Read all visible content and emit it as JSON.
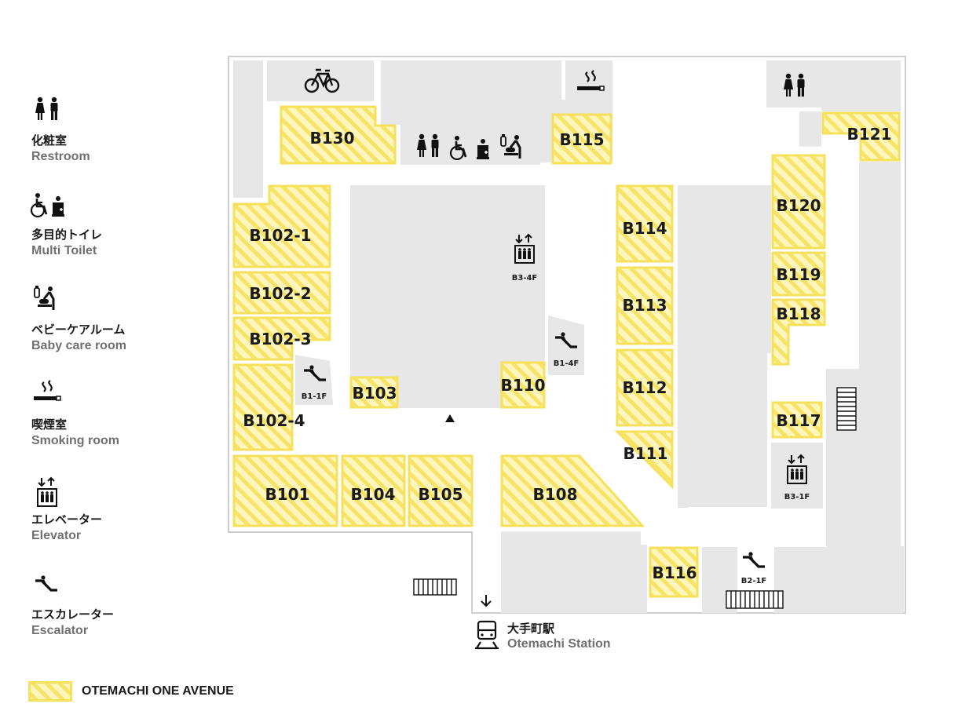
{
  "legend": [
    {
      "icon": "restroom-icon",
      "jp": "化粧室",
      "en": "Restroom"
    },
    {
      "icon": "multi-toilet-icon",
      "jp": "多目的トイレ",
      "en": "Multi Toilet"
    },
    {
      "icon": "baby-care-icon",
      "jp": "ベビーケアルーム",
      "en": "Baby care room"
    },
    {
      "icon": "smoking-icon",
      "jp": "喫煙室",
      "en": "Smoking room"
    },
    {
      "icon": "elevator-icon",
      "jp": "エレベーター",
      "en": "Elevator"
    },
    {
      "icon": "escalator-icon",
      "jp": "エスカレーター",
      "en": "Escalator"
    }
  ],
  "shops": {
    "b130": "B130",
    "b115": "B115",
    "b121": "B121",
    "b120": "B120",
    "b119": "B119",
    "b118": "B118",
    "b117": "B117",
    "b114": "B114",
    "b113": "B113",
    "b112": "B112",
    "b111": "B111",
    "b110": "B110",
    "b103": "B103",
    "b102_1": "B102-1",
    "b102_2": "B102-2",
    "b102_3": "B102-3",
    "b102_4": "B102-4",
    "b101": "B101",
    "b104": "B104",
    "b105": "B105",
    "b108": "B108",
    "b116": "B116"
  },
  "facilities": {
    "elevator_center": "B3-4F",
    "elevator_right": "B3-1F",
    "escalator_left": "B1-1F",
    "escalator_center": "B1-4F",
    "escalator_bottom": "B2-1F"
  },
  "station": {
    "jp": "大手町駅",
    "en": "Otemachi Station"
  },
  "key": {
    "label": "OTEMACHI ONE AVENUE"
  },
  "colors": {
    "shop_fill": "#fff6b8",
    "shop_stripe": "#f5e15a",
    "shop_border": "#f7e35d",
    "gray_block": "#e7e7e7",
    "outline": "#cccccc"
  }
}
